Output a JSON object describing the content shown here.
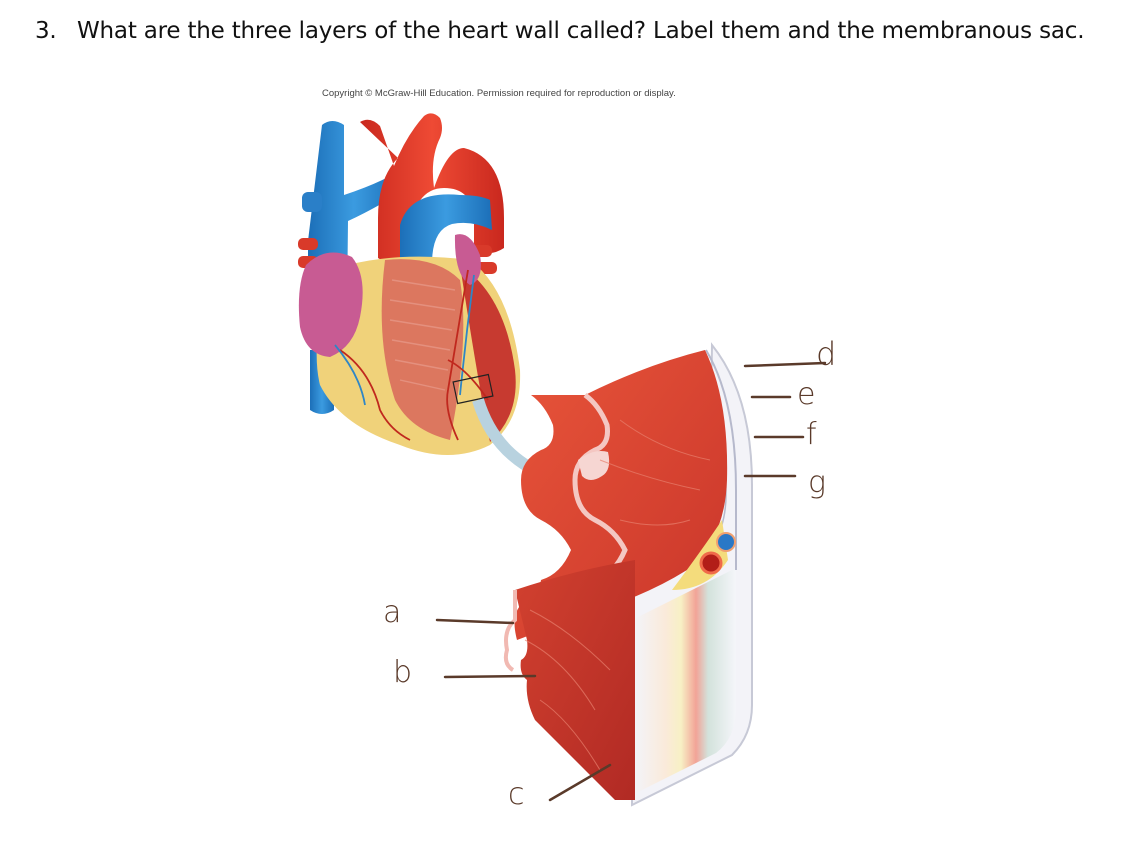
{
  "question": {
    "number": "3.",
    "text": "What are the three layers of the heart wall called? Label them and the membranous sac."
  },
  "figure": {
    "copyright": "Copyright © McGraw-Hill Education. Permission required for reproduction or display.",
    "label_color": "#5a3a2a",
    "labels": [
      {
        "id": "a",
        "text": "a"
      },
      {
        "id": "b",
        "text": "b"
      },
      {
        "id": "c",
        "text": "c"
      },
      {
        "id": "d",
        "text": "d"
      },
      {
        "id": "e",
        "text": "e"
      },
      {
        "id": "f",
        "text": "f"
      },
      {
        "id": "g",
        "text": "g"
      }
    ]
  }
}
